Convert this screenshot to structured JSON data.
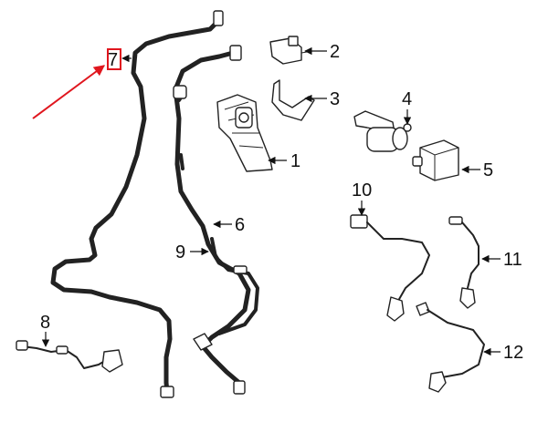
{
  "diagram": {
    "callouts": [
      {
        "id": "c1",
        "label": "1"
      },
      {
        "id": "c2",
        "label": "2"
      },
      {
        "id": "c3",
        "label": "3"
      },
      {
        "id": "c4",
        "label": "4"
      },
      {
        "id": "c5",
        "label": "5"
      },
      {
        "id": "c6",
        "label": "6"
      },
      {
        "id": "c7",
        "label": "7"
      },
      {
        "id": "c8",
        "label": "8"
      },
      {
        "id": "c9",
        "label": "9"
      },
      {
        "id": "c10",
        "label": "10"
      },
      {
        "id": "c11",
        "label": "11"
      },
      {
        "id": "c12",
        "label": "12"
      }
    ],
    "highlight_color": "#e0161e",
    "line_color": "#222222"
  }
}
